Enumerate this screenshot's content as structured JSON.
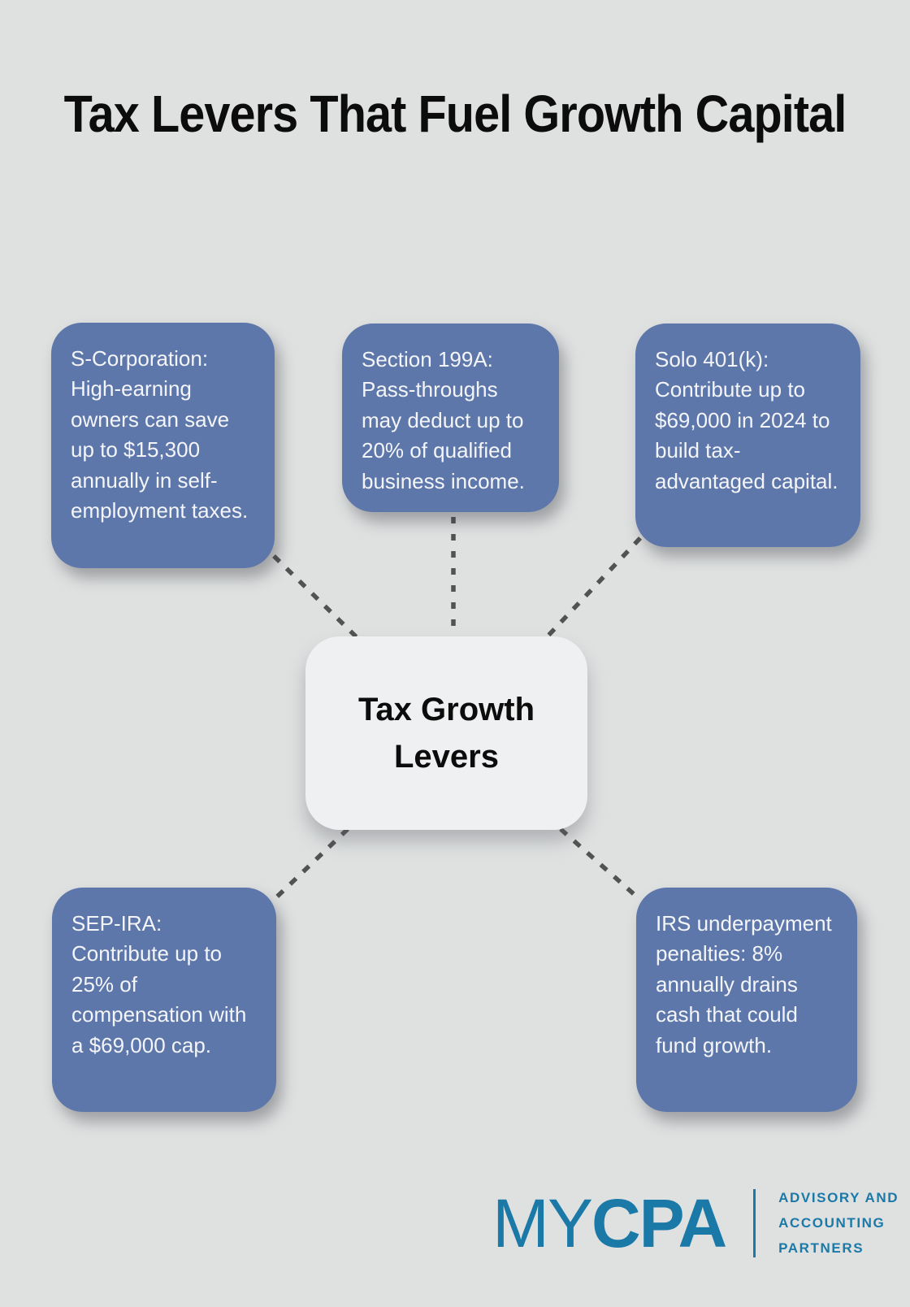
{
  "title": "Tax Levers That Fuel Growth Capital",
  "center": {
    "label": "Tax Growth Levers"
  },
  "nodes": [
    {
      "id": "s-corporation",
      "text": "S-Corporation: High-earning owners can save up to $15,300 annually in self-employment taxes."
    },
    {
      "id": "section-199a",
      "text": "Section 199A: Pass-throughs may deduct up to 20% of qualified business income."
    },
    {
      "id": "solo-401k",
      "text": "Solo 401(k): Contribute up to $69,000 in 2024 to build tax-advantaged capital."
    },
    {
      "id": "sep-ira",
      "text": "SEP-IRA: Contribute up to 25% of compensation with a $69,000 cap."
    },
    {
      "id": "irs-penalties",
      "text": "IRS underpayment penalties: 8% annually drains cash that could fund growth."
    }
  ],
  "logo": {
    "brand_light": "MY",
    "brand_bold": "CPA",
    "tagline_lines": [
      "ADVISORY AND",
      "ACCOUNTING",
      "PARTNERS"
    ]
  },
  "colors": {
    "background": "#dfe1e1",
    "node_fill": "#5e77aa",
    "node_text": "#f3f5f8",
    "center_fill": "#eef0f2",
    "connector": "#525252",
    "title_text": "#0c0c0c",
    "logo_blue": "#1b79a8"
  }
}
